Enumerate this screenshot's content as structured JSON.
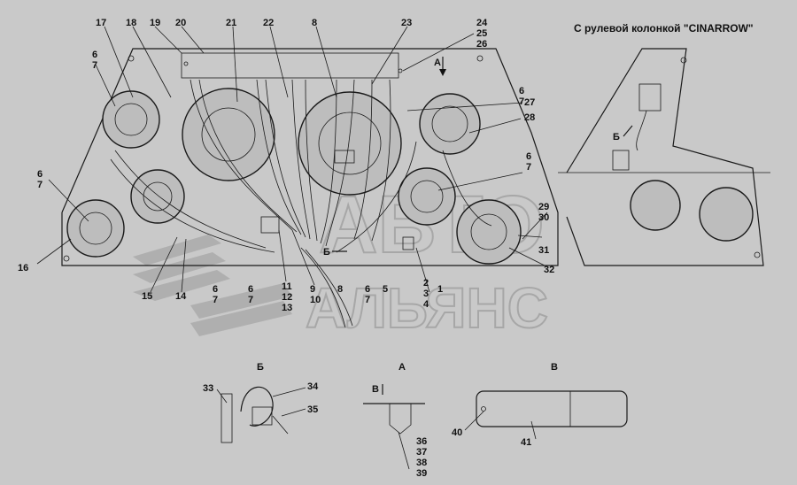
{
  "title": "С рулевой колонкой \"CINARROW\"",
  "watermark": {
    "line1": "АВТО",
    "line2": "АЛЬЯНС"
  },
  "views": {
    "b": "Б",
    "a": "А",
    "v": "В"
  },
  "arrows": {
    "a_arrow": "А",
    "b_arrow": "Б",
    "v_arrow": "В",
    "b_small": "Б"
  },
  "callouts": [
    {
      "id": "c17",
      "text": "17"
    },
    {
      "id": "c18",
      "text": "18"
    },
    {
      "id": "c19",
      "text": "19"
    },
    {
      "id": "c20",
      "text": "20"
    },
    {
      "id": "c21",
      "text": "21"
    },
    {
      "id": "c22",
      "text": "22"
    },
    {
      "id": "c8a",
      "text": "8"
    },
    {
      "id": "c23",
      "text": "23"
    },
    {
      "id": "c24",
      "text": "24"
    },
    {
      "id": "c25",
      "text": "25"
    },
    {
      "id": "c26",
      "text": "26"
    },
    {
      "id": "c6a",
      "text": "6"
    },
    {
      "id": "c7a",
      "text": "7"
    },
    {
      "id": "c27",
      "text": "27"
    },
    {
      "id": "c6b",
      "text": "6"
    },
    {
      "id": "c7b",
      "text": "7"
    },
    {
      "id": "c28",
      "text": "28"
    },
    {
      "id": "c6c",
      "text": "6"
    },
    {
      "id": "c7c",
      "text": "7"
    },
    {
      "id": "c6d",
      "text": "6"
    },
    {
      "id": "c7d",
      "text": "7"
    },
    {
      "id": "c29",
      "text": "29"
    },
    {
      "id": "c30",
      "text": "30"
    },
    {
      "id": "c31",
      "text": "31"
    },
    {
      "id": "c32",
      "text": "32"
    },
    {
      "id": "c16",
      "text": "16"
    },
    {
      "id": "c15",
      "text": "15"
    },
    {
      "id": "c14",
      "text": "14"
    },
    {
      "id": "c6e",
      "text": "6"
    },
    {
      "id": "c7e",
      "text": "7"
    },
    {
      "id": "c6f",
      "text": "6"
    },
    {
      "id": "c7f",
      "text": "7"
    },
    {
      "id": "c11",
      "text": "11"
    },
    {
      "id": "c12",
      "text": "12"
    },
    {
      "id": "c13",
      "text": "13"
    },
    {
      "id": "c9",
      "text": "9"
    },
    {
      "id": "c10",
      "text": "10"
    },
    {
      "id": "c8b",
      "text": "8"
    },
    {
      "id": "c6g",
      "text": "6"
    },
    {
      "id": "c7g",
      "text": "7"
    },
    {
      "id": "c5",
      "text": "5"
    },
    {
      "id": "c2",
      "text": "2"
    },
    {
      "id": "c3",
      "text": "3"
    },
    {
      "id": "c4",
      "text": "4"
    },
    {
      "id": "c1",
      "text": "1"
    },
    {
      "id": "c33",
      "text": "33"
    },
    {
      "id": "c34",
      "text": "34"
    },
    {
      "id": "c35",
      "text": "35"
    },
    {
      "id": "c36",
      "text": "36"
    },
    {
      "id": "c37",
      "text": "37"
    },
    {
      "id": "c38",
      "text": "38"
    },
    {
      "id": "c39",
      "text": "39"
    },
    {
      "id": "c40",
      "text": "40"
    },
    {
      "id": "c41",
      "text": "41"
    }
  ]
}
